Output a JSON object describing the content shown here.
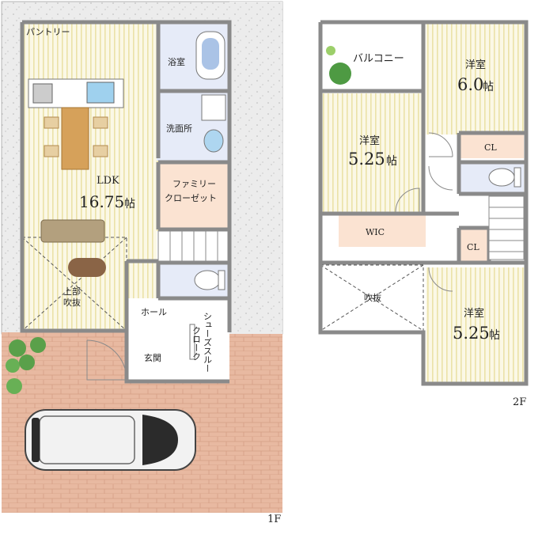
{
  "floor1": {
    "label": "1F",
    "rooms": {
      "pantry": "パントリー",
      "bath": "浴室",
      "washroom": "洗面所",
      "ldk": "LDK",
      "ldk_size": "16.75",
      "unit": "帖",
      "family_closet_1": "ファミリー",
      "family_closet_2": "クローゼット",
      "void_1": "上部",
      "void_2": "吹抜",
      "hall": "ホール",
      "entrance": "玄関",
      "shoe_1": "シューズスルー",
      "shoe_2": "クローク"
    }
  },
  "floor2": {
    "label": "2F",
    "rooms": {
      "balcony": "バルコニー",
      "west_top_name": "洋室",
      "west_top_size": "6.0",
      "west_mid_name": "洋室",
      "west_mid_size": "5.25",
      "cl_top": "CL",
      "wic": "WIC",
      "cl_bottom": "CL",
      "void": "吹抜",
      "west_bottom_name": "洋室",
      "west_bottom_size": "5.25",
      "unit": "帖"
    }
  },
  "colors": {
    "wall": "#8a8a8a",
    "floor_stripe": "#f6f1cf",
    "wet_area": "#e6ebf8",
    "closet": "#fbe3d2",
    "brick": "#e7b8a0",
    "lot": "#e9e9e9"
  }
}
